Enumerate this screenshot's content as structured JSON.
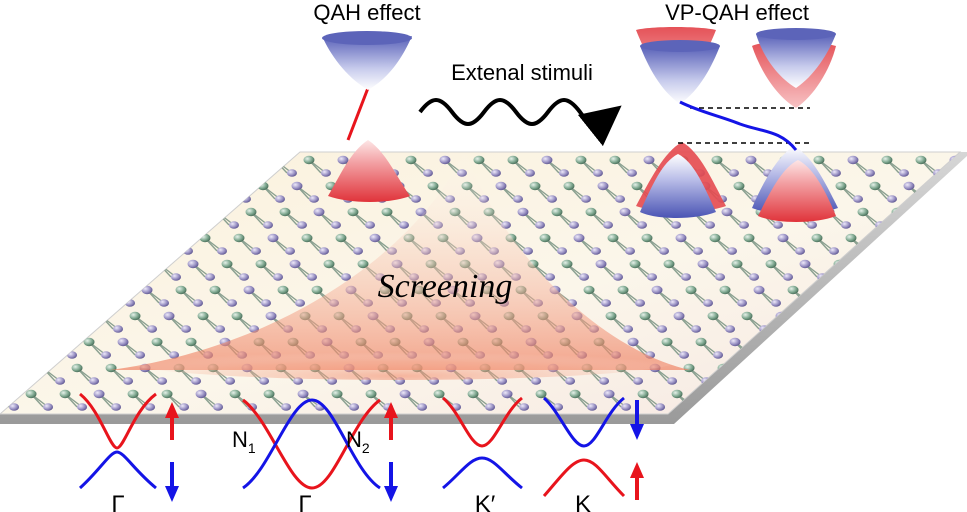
{
  "labels": {
    "qah": "QAH effect",
    "vpqah": "VP-QAH effect",
    "stimuli": "Extenal stimuli",
    "screening": "Screening",
    "n1_main": "N",
    "n1_sub": "1",
    "n2_main": "N",
    "n2_sub": "2",
    "gamma1": "Γ",
    "gamma2": "Γ",
    "kprime": "K′",
    "k": "K"
  },
  "colors": {
    "red": "#e8141c",
    "blue": "#1414e6",
    "plane_fill": "#fbf3e2",
    "plane_edge": "#bdbdbd",
    "atom_green": "#7fa890",
    "atom_purple": "#9a92c4",
    "bond": "#8aa090"
  },
  "icons": {
    "up_arrow": "red-up-arrow-icon",
    "down_arrow": "blue-down-arrow-icon",
    "wave": "wavy-arrow-icon"
  }
}
